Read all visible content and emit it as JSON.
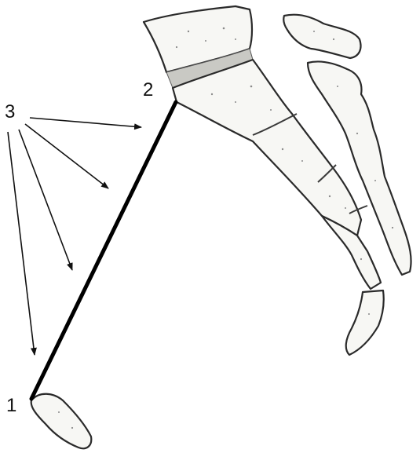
{
  "labels": {
    "point_1": "1",
    "point_2": "2",
    "arrows": "3"
  }
}
